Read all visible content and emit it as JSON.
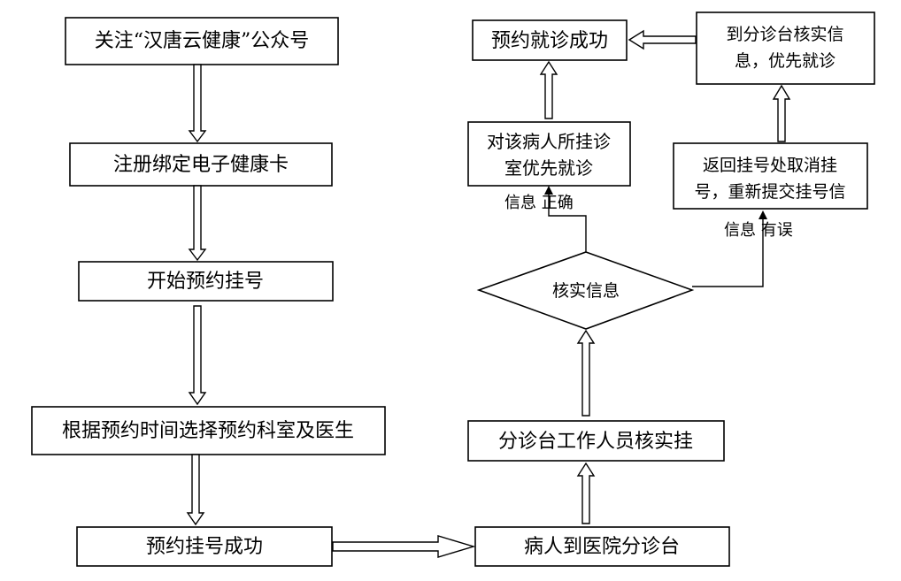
{
  "nodes": {
    "follow": "关注“汉唐云健康”公众号",
    "register": "注册绑定电子健康卡",
    "start": "开始预约挂号",
    "select": "根据预约时间选择预约科室及医生",
    "booked": "预约挂号成功",
    "arrive": "病人到医院分诊台",
    "staff_verify": "分诊台工作人员核实挂",
    "verify": "核实信息",
    "priority_line1": "对该病人所挂诊",
    "priority_line2": "室优先就诊",
    "success": "预约就诊成功",
    "cancel_line1": "返回挂号处取消挂",
    "cancel_line2": "号，重新提交挂号信",
    "triage_line1": "到分诊台核实信",
    "triage_line2": "息，优先就诊"
  },
  "edge_labels": {
    "correct": "信息  正确",
    "error": "信息  有误"
  }
}
